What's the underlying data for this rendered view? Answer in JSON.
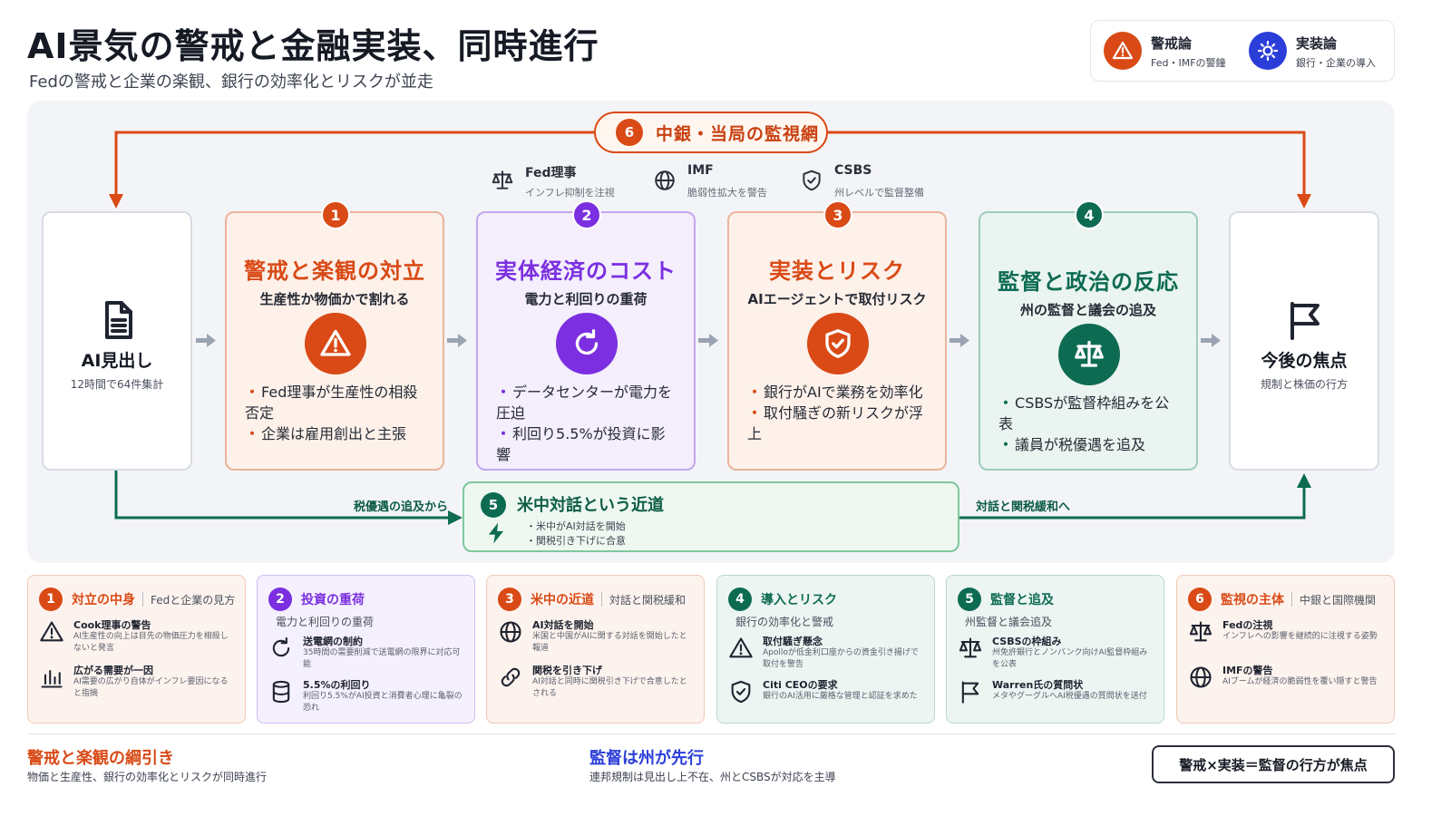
{
  "header": {
    "title": "AI景気の警戒と金融実装、同時進行",
    "subtitle": "Fedの警戒と企業の楽観、銀行の効率化とリスクが並走"
  },
  "legend": {
    "items": [
      {
        "name": "警戒論",
        "sub": "Fed・IMFの警鐘",
        "color": "#d94a16",
        "icon": "warning-icon"
      },
      {
        "name": "実装論",
        "sub": "銀行・企業の導入",
        "color": "#2b3ed9",
        "icon": "sun-icon"
      }
    ]
  },
  "top_loop": {
    "num": "6",
    "label": "中銀・当局の監視網",
    "color": "#d94a16"
  },
  "actors": [
    {
      "name": "Fed理事",
      "sub": "インフレ抑制を注視",
      "icon": "scale-icon"
    },
    {
      "name": "IMF",
      "sub": "脆弱性拡大を警告",
      "icon": "globe-icon"
    },
    {
      "name": "CSBS",
      "sub": "州レベルで監督整備",
      "icon": "shield-check-icon"
    }
  ],
  "start_card": {
    "title": "AI見出し",
    "sub": "12時間で64件集計",
    "icon": "document-icon"
  },
  "end_card": {
    "title": "今後の焦点",
    "sub": "規制と株価の行方",
    "icon": "flag-icon"
  },
  "stages": [
    {
      "num": "1",
      "title": "警戒と楽観の対立",
      "sub": "生産性か物価かで割れる",
      "bullets": [
        "Fed理事が生産性の相殺否定",
        "企業は雇用創出と主張"
      ],
      "color": "#d94a16",
      "bg": "#fdf1ea",
      "border": "#eab49a",
      "icon": "warning-icon"
    },
    {
      "num": "2",
      "title": "実体経済のコスト",
      "sub": "電力と利回りの重荷",
      "bullets": [
        "データセンターが電力を圧迫",
        "利回り5.5%が投資に影響"
      ],
      "color": "#7b2fe0",
      "bg": "#f4eefd",
      "border": "#c3a6f0",
      "icon": "refresh-icon"
    },
    {
      "num": "3",
      "title": "実装とリスク",
      "sub": "AIエージェントで取付リスク",
      "bullets": [
        "銀行がAIで業務を効率化",
        "取付騒ぎの新リスクが浮上"
      ],
      "color": "#d94a16",
      "bg": "#fdf1ea",
      "border": "#eab49a",
      "icon": "shield-check-icon"
    },
    {
      "num": "4",
      "title": "監督と政治の反応",
      "sub": "州の監督と議会の追及",
      "bullets": [
        "CSBSが監督枠組みを公表",
        "議員が税優遇を追及"
      ],
      "color": "#0d6b52",
      "bg": "#eaf4f0",
      "border": "#9fcdbb",
      "icon": "scale-icon"
    }
  ],
  "mid": {
    "num": "5",
    "title": "米中対話という近道",
    "lines": [
      "・米中がAI対話を開始",
      "・関税引き下げに合意"
    ],
    "label_left": "税優遇の追及から",
    "label_right": "対話と関税緩和へ",
    "color": "#0d6b52"
  },
  "bottom_cards": [
    {
      "num": "1",
      "title": "対立の中身",
      "note": "Fedと企業の見方",
      "subline": "",
      "color": "#d94a16",
      "bg": "#fdf3ee",
      "border": "#f0c9b5",
      "items": [
        {
          "icon": "warning-icon",
          "name": "Cook理事の警告",
          "desc": "AI生産性の向上は目先の物価圧力を相殺しないと発言"
        },
        {
          "icon": "bar-chart-icon",
          "name": "広がる需要が一因",
          "desc": "AI需要の広がり自体がインフレ要因になると指摘"
        }
      ]
    },
    {
      "num": "2",
      "title": "投資の重荷",
      "note": "",
      "subline": "電力と利回りの重荷",
      "color": "#7b2fe0",
      "bg": "#f5f0fd",
      "border": "#d2bdf2",
      "items": [
        {
          "icon": "refresh-icon",
          "name": "送電網の制約",
          "desc": "35時間の需要削減で送電網の限界に対応可能"
        },
        {
          "icon": "database-icon",
          "name": "5.5%の利回り",
          "desc": "利回り5.5%がAI投資と消費者心理に亀裂の恐れ"
        }
      ]
    },
    {
      "num": "3",
      "title": "米中の近道",
      "note": "対話と関税緩和",
      "subline": "",
      "color": "#d94a16",
      "bg": "#fdf3ee",
      "border": "#f0c9b5",
      "items": [
        {
          "icon": "globe-icon",
          "name": "AI対話を開始",
          "desc": "米国と中国がAIに関する対話を開始したと報道"
        },
        {
          "icon": "link-icon",
          "name": "関税を引き下げ",
          "desc": "AI対話と同時に関税引き下げで合意したとされる"
        }
      ]
    },
    {
      "num": "4",
      "title": "導入とリスク",
      "note": "",
      "subline": "銀行の効率化と警戒",
      "color": "#0d6b52",
      "bg": "#edf5f3",
      "border": "#b8d9cc",
      "items": [
        {
          "icon": "warning-icon",
          "name": "取付騒ぎ懸念",
          "desc": "Apolloが低金利口座からの資金引き揚げで取付を警告"
        },
        {
          "icon": "shield-check-icon",
          "name": "Citi CEOの要求",
          "desc": "銀行のAI活用に厳格な管理と認証を求めた"
        }
      ]
    },
    {
      "num": "5",
      "title": "監督と追及",
      "note": "",
      "subline": "州監督と議会追及",
      "color": "#0d6b52",
      "bg": "#edf5f3",
      "border": "#b8d9cc",
      "items": [
        {
          "icon": "scale-icon",
          "name": "CSBSの枠組み",
          "desc": "州免許銀行とノンバンク向けAI監督枠組みを公表"
        },
        {
          "icon": "flag-icon",
          "name": "Warren氏の質問状",
          "desc": "メタやグーグルへAI税優遇の質問状を送付"
        }
      ]
    },
    {
      "num": "6",
      "title": "監視の主体",
      "note": "中銀と国際機関",
      "subline": "",
      "color": "#d94a16",
      "bg": "#fdf3ee",
      "border": "#f0c9b5",
      "items": [
        {
          "icon": "scale-icon",
          "name": "Fedの注視",
          "desc": "インフレへの影響を継続的に注視する姿勢"
        },
        {
          "icon": "globe-icon",
          "name": "IMFの警告",
          "desc": "AIブームが経済の脆弱性を覆い隠すと警告"
        }
      ]
    }
  ],
  "footer": {
    "left_title": "警戒と楽観の綱引き",
    "left_sub": "物価と生産性、銀行の効率化とリスクが同時進行",
    "left_color": "#d94a16",
    "mid_title": "監督は州が先行",
    "mid_sub": "連邦規制は見出し上不在、州とCSBSが対応を主導",
    "mid_color": "#2b3ed9",
    "pill": "警戒×実装＝監督の行方が焦点"
  }
}
